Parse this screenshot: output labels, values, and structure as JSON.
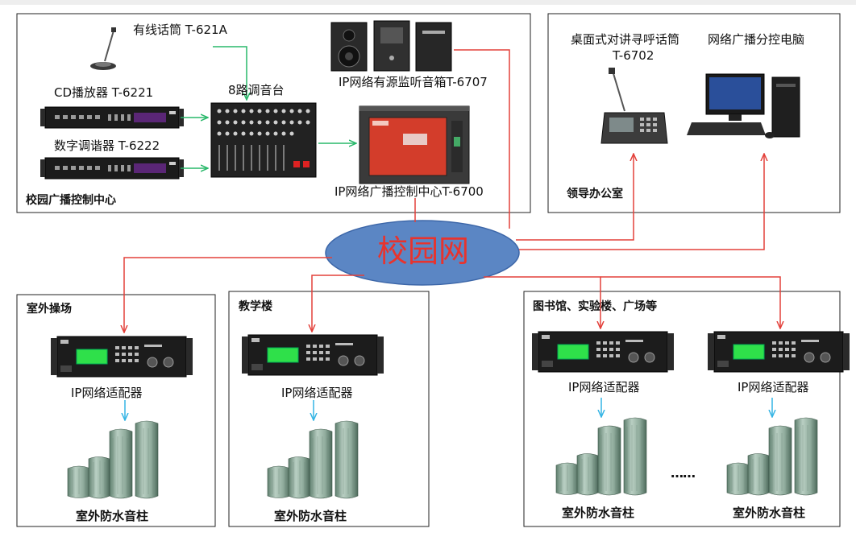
{
  "colors": {
    "green_arrow": "#29b86a",
    "red_arrow": "#e3403a",
    "blue_arrow": "#34b4e4",
    "cloud_fill": "#5b86c4",
    "cloud_text": "#e8332d",
    "box_border": "#222222"
  },
  "control_center": {
    "title": "校园广播控制中心",
    "mic_label": "有线话筒 T-621A",
    "cd_label": "CD播放器 T-6221",
    "tuner_label": "数字调谐器 T-6222",
    "mixer_label": "8路调音台",
    "monitor_label": "IP网络有源监听音箱T-6707",
    "server_label": "IP网络广播控制中心T-6700"
  },
  "office": {
    "title": "领导办公室",
    "intercom_label_line1": "桌面式对讲寻呼话筒",
    "intercom_label_line2": "T-6702",
    "pc_label": "网络广播分控电脑"
  },
  "network": {
    "label": "校园网"
  },
  "zones": [
    {
      "title": "室外操场",
      "adapter_label": "IP网络适配器",
      "speaker_label": "室外防水音柱"
    },
    {
      "title": "教学楼",
      "adapter_label": "IP网络适配器",
      "speaker_label": "室外防水音柱"
    },
    {
      "title": "图书馆、实验楼、广场等",
      "adapter_label_1": "IP网络适配器",
      "adapter_label_2": "IP网络适配器",
      "speaker_label_1": "室外防水音柱",
      "speaker_label_2": "室外防水音柱",
      "ellipsis": "……"
    }
  ]
}
